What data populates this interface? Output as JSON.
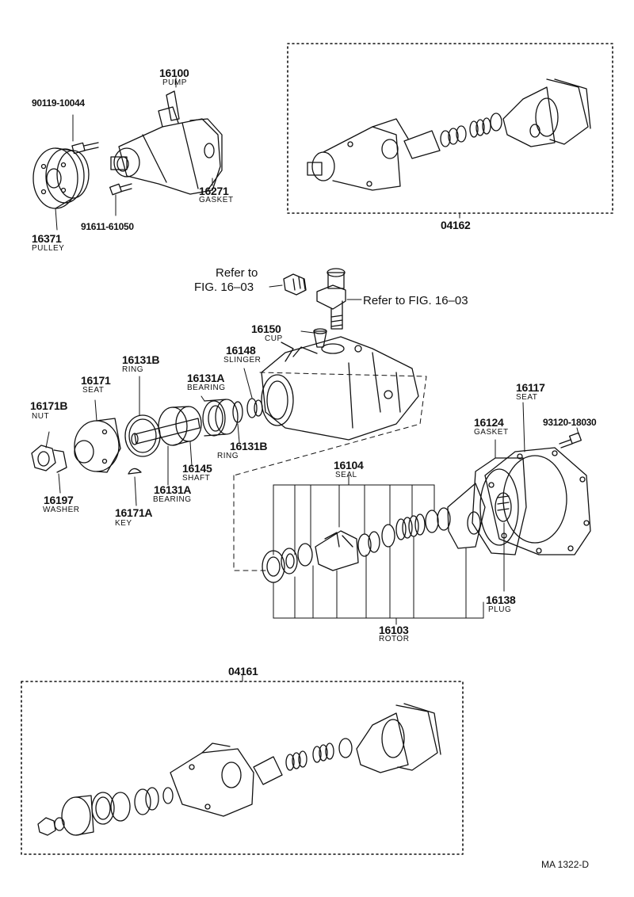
{
  "diagram": {
    "drawing_code": "MA  1322-D",
    "refer_to_1": "Refer to",
    "refer_to_2": "FIG. 16–03",
    "refer_to_right": "Refer to FIG. 16–03",
    "parts": {
      "pump": {
        "number": "16100",
        "name": "PUMP"
      },
      "bolt_top": {
        "number": "90119-10044",
        "name": ""
      },
      "gasket_pump": {
        "number": "16271",
        "name": "GASKET"
      },
      "bolt_bottom": {
        "number": "91611-61050",
        "name": ""
      },
      "pulley": {
        "number": "16371",
        "name": "PULLEY"
      },
      "kit_top": {
        "number": "04162",
        "name": ""
      },
      "cup": {
        "number": "16150",
        "name": "CUP"
      },
      "slinger": {
        "number": "16148",
        "name": "SLINGER"
      },
      "ring_b_top": {
        "number": "16131B",
        "name": "RING"
      },
      "bearing_a_top": {
        "number": "16131A",
        "name": "BEARING"
      },
      "seat_left": {
        "number": "16171",
        "name": "SEAT"
      },
      "nut": {
        "number": "16171B",
        "name": "NUT"
      },
      "seat_right": {
        "number": "16117",
        "name": "SEAT"
      },
      "gasket_right": {
        "number": "16124",
        "name": "GASKET"
      },
      "bolt_right": {
        "number": "93120-18030",
        "name": ""
      },
      "ring_b_bottom": {
        "number": "16131B",
        "name": "RING"
      },
      "shaft": {
        "number": "16145",
        "name": "SHAFT"
      },
      "bearing_a_bottom": {
        "number": "16131A",
        "name": "BEARING"
      },
      "washer": {
        "number": "16197",
        "name": "WASHER"
      },
      "key": {
        "number": "16171A",
        "name": "KEY"
      },
      "seal": {
        "number": "16104",
        "name": "SEAL"
      },
      "plug": {
        "number": "16138",
        "name": "PLUG"
      },
      "rotor": {
        "number": "16103",
        "name": "ROTOR"
      },
      "kit_bottom": {
        "number": "04161",
        "name": ""
      }
    }
  }
}
